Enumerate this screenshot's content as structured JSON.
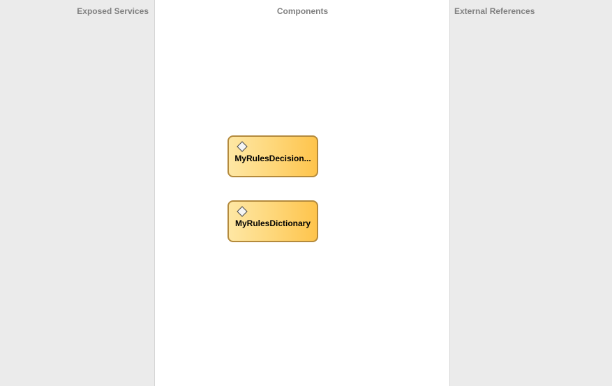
{
  "swimlanes": {
    "left": {
      "title": "Exposed Services"
    },
    "center": {
      "title": "Components"
    },
    "right": {
      "title": "External References"
    }
  },
  "components": [
    {
      "label": "MyRulesDecision..."
    },
    {
      "label": "MyRulesDictionary"
    }
  ],
  "colors": {
    "lane_background": "#ebebeb",
    "component_fill_start": "#fee7a4",
    "component_fill_end": "#fec44c",
    "component_border": "#b48a3c"
  },
  "icons": {
    "component_icon": "diamond-icon"
  }
}
